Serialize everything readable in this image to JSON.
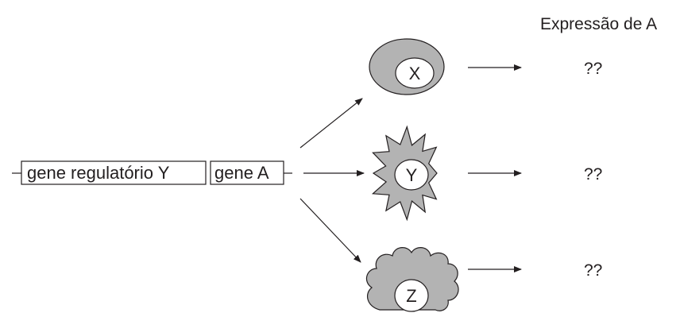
{
  "header": {
    "title": "Expressão de A"
  },
  "dna": {
    "regulatory_gene_label": "gene regulatório Y",
    "target_gene_label": "gene A"
  },
  "cells": [
    {
      "id": "X",
      "label": "X",
      "shape": "oval",
      "result": "??"
    },
    {
      "id": "Y",
      "label": "Y",
      "shape": "star",
      "result": "??"
    },
    {
      "id": "Z",
      "label": "Z",
      "shape": "cloud",
      "result": "??"
    }
  ],
  "colors": {
    "ink": "#231f20",
    "cell_fill": "#b3b3b3",
    "nucleus_fill": "#ffffff"
  }
}
